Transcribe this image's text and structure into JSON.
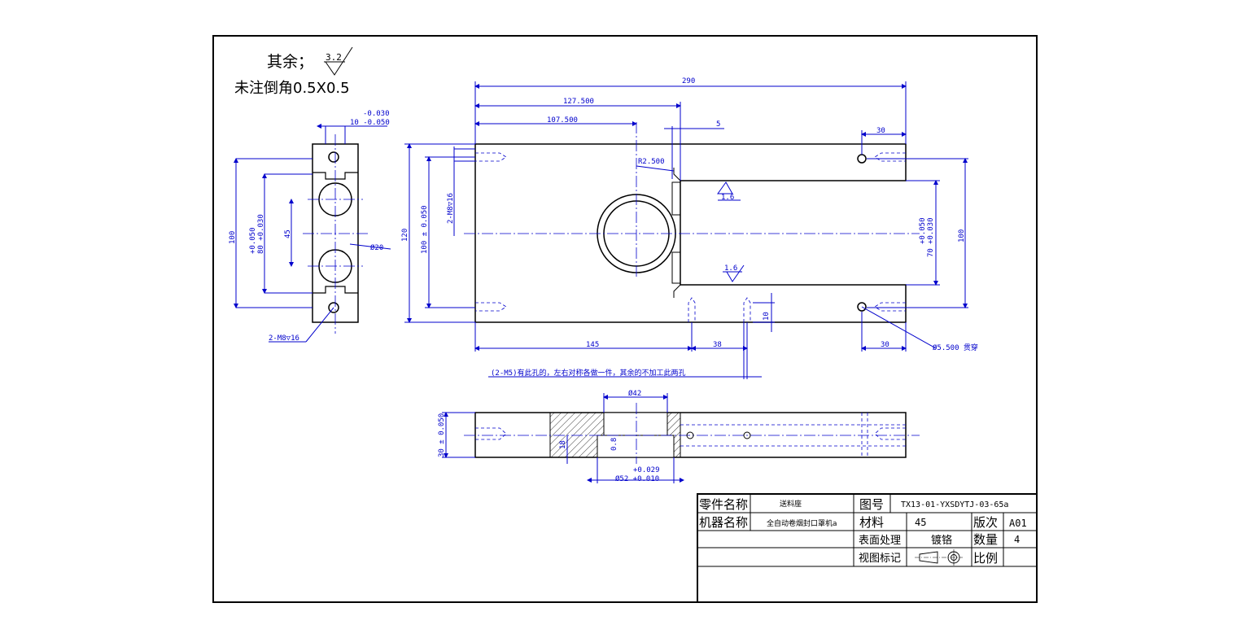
{
  "notes": {
    "other_label": "其余；",
    "roughness_value": "3.2",
    "chamfer_note": "未注倒角0.5X0.5"
  },
  "top_view": {
    "dim_total": "290",
    "dim_127": "127.500",
    "dim_107": "107.500",
    "dim_5": "5",
    "dim_30_top": "30",
    "dim_r": "R2.500",
    "rough_top": "1.6",
    "rough_bottom": "1.6",
    "dim_120": "120",
    "dim_100_tol": "100 ± 0.050",
    "thread_side": "2-M8▽16",
    "tol_upper": "+0.050",
    "tol_lower": "+0.030",
    "dim_70": "70",
    "dim_100_right": "100",
    "dim_10": "10",
    "dim_145": "145",
    "dim_38": "38",
    "dim_30_bottom": "30",
    "hole_note": "Ø5.500 贯穿",
    "bottom_note": "(2-M5)有此孔的，左右对称各做一件，其余的不加工此两孔"
  },
  "side_view": {
    "tol_top_1": "-0.030",
    "tol_top_2": "10 -0.050",
    "dim_100": "100",
    "tol_a": "+0.050",
    "tol_b": "80 +0.030",
    "dim_45": "45",
    "dia_20": "Ø20",
    "thread_label": "2-M8▽16"
  },
  "front_view": {
    "dim_30": "30 ± 0.050",
    "dia_42": "Ø42",
    "dim_18": "18",
    "dim_08": "0.8",
    "tol_upper": "+0.029",
    "dia_52": "Ø52 +0.010"
  },
  "title_block": {
    "part_name_label": "零件名称",
    "part_name_value": "送料座",
    "drawing_no_label": "图号",
    "drawing_no_value": "TX13-01-YXSDYTJ-03-65a",
    "machine_label": "机器名称",
    "machine_value": "全自动卷烟封口罩机a",
    "material_label": "材料",
    "material_value": "45",
    "version_label": "版次",
    "version_value": "A01",
    "surface_label": "表面处理",
    "surface_value": "镀铬",
    "quantity_label": "数量",
    "quantity_value": "4",
    "view_label": "视图标记",
    "scale_label": "比例"
  }
}
